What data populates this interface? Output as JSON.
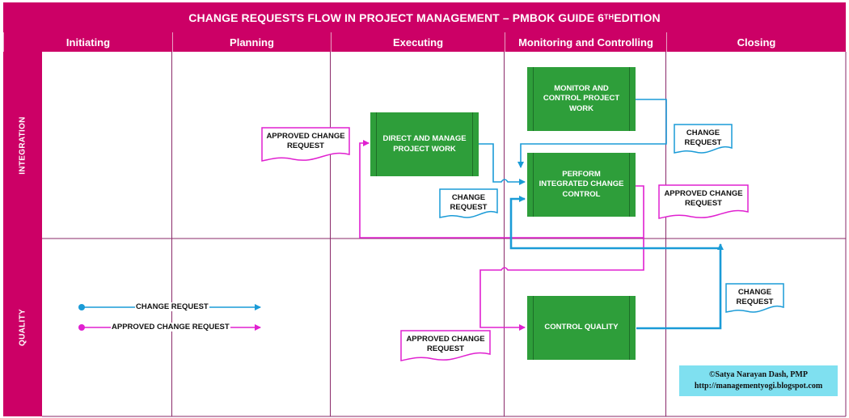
{
  "title_main": "CHANGE REQUESTS FLOW IN PROJECT MANAGEMENT – PMBOK GUIDE 6",
  "title_sup": "TH",
  "title_suffix": " EDITION",
  "phases": [
    "Initiating",
    "Planning",
    "Executing",
    "Monitoring and Controlling",
    "Closing"
  ],
  "lanes": [
    "INTEGRATION",
    "QUALITY"
  ],
  "processes": {
    "direct_manage": "DIRECT AND MANAGE PROJECT WORK",
    "monitor_control": "MONITOR AND CONTROL PROJECT WORK",
    "perform_icc": "PERFORM INTEGRATED CHANGE CONTROL",
    "control_quality": "CONTROL QUALITY"
  },
  "documents": {
    "approved_cr_1": "APPROVED CHANGE REQUEST",
    "change_request_1": "CHANGE REQUEST",
    "change_request_2": "CHANGE REQUEST",
    "approved_cr_2": "APPROVED CHANGE REQUEST",
    "approved_cr_3": "APPROVED CHANGE REQUEST",
    "change_request_3": "CHANGE REQUEST"
  },
  "legend": {
    "change_request": "CHANGE REQUEST",
    "approved_change_request": "APPROVED CHANGE REQUEST"
  },
  "credit": {
    "line1": "©Satya Narayan Dash, PMP",
    "line2": "http://managementyogi.blogspot.com"
  },
  "colors": {
    "header": "#cc0066",
    "process": "#2e9e3a",
    "change_request": "#1a9bd7",
    "approved_change_request": "#e020d0",
    "credit_bg": "#7fe0f0"
  }
}
